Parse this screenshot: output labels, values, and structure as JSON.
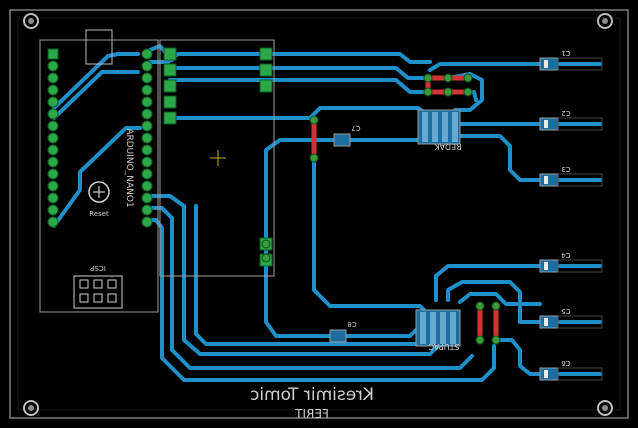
{
  "board": {
    "author": "Kresimir Tomic",
    "institution": "FERIT",
    "colors": {
      "background": "#000000",
      "trace": "#1f8fc9",
      "pad": "#2aa84a",
      "jumper": "#d23434",
      "silkscreen": "#cfcfcf"
    }
  },
  "components": {
    "arduino_label": "ARDUINO_NANO1",
    "reset_label": "Reset",
    "icsp_label": "ICSP",
    "redak_label": "REDAK",
    "stupac_label": "STUPAC",
    "cap_c7_label": "C7",
    "cap_c8_label": "C8",
    "right_caps": [
      {
        "label": "C1",
        "id": "c1"
      },
      {
        "label": "C2",
        "id": "c2"
      },
      {
        "label": "C3",
        "id": "c3"
      },
      {
        "label": "C4",
        "id": "c4"
      },
      {
        "label": "C5",
        "id": "c5"
      },
      {
        "label": "C6",
        "id": "c6"
      }
    ]
  },
  "icons": [
    "mounting-hole-icon",
    "reset-button-icon",
    "crosshair-icon"
  ]
}
